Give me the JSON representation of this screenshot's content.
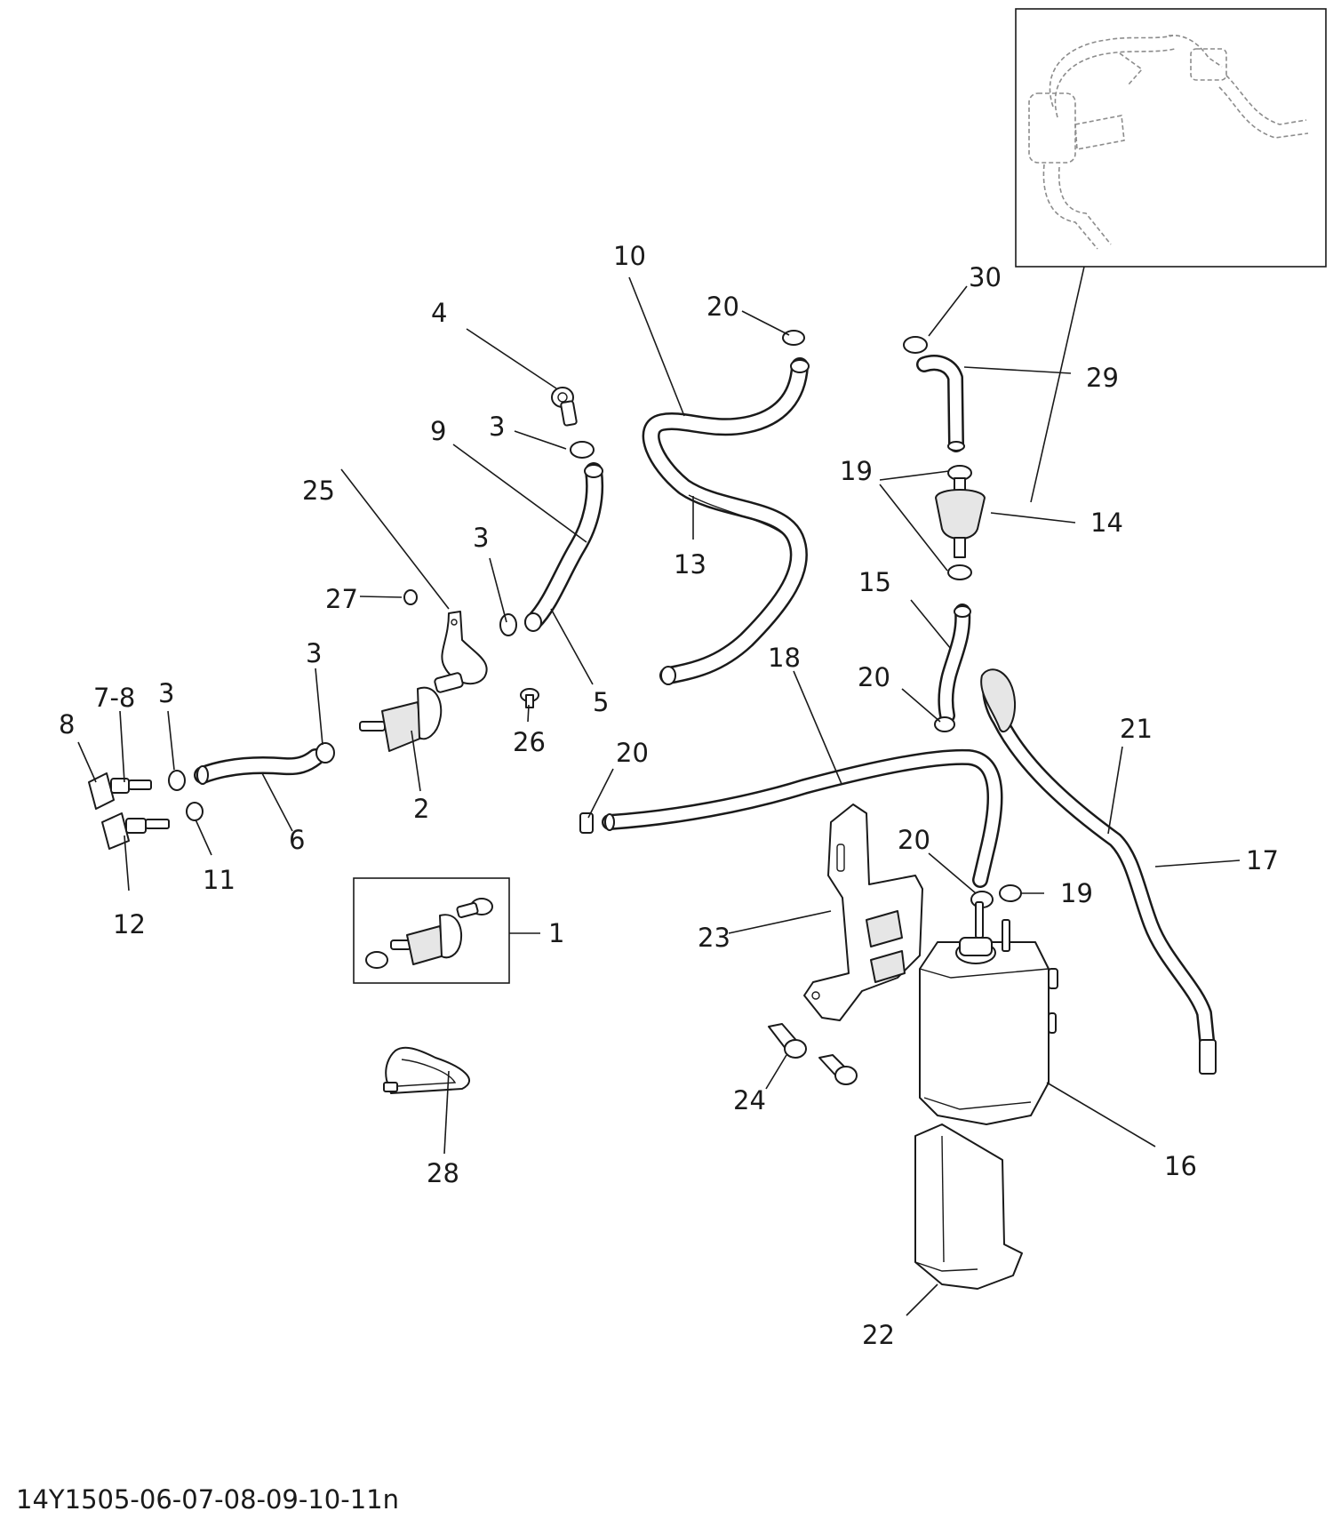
{
  "diagram": {
    "drawing_code": "14Y1505-06-07-08-09-10-11n",
    "callouts": [
      {
        "id": "c1",
        "text": "1"
      },
      {
        "id": "c2",
        "text": "2"
      },
      {
        "id": "c3a",
        "text": "3"
      },
      {
        "id": "c3b",
        "text": "3"
      },
      {
        "id": "c3c",
        "text": "3"
      },
      {
        "id": "c3d",
        "text": "3"
      },
      {
        "id": "c4",
        "text": "4"
      },
      {
        "id": "c5",
        "text": "5"
      },
      {
        "id": "c6",
        "text": "6"
      },
      {
        "id": "c78",
        "text": "7-8"
      },
      {
        "id": "c8",
        "text": "8"
      },
      {
        "id": "c9",
        "text": "9"
      },
      {
        "id": "c10",
        "text": "10"
      },
      {
        "id": "c11",
        "text": "11"
      },
      {
        "id": "c12",
        "text": "12"
      },
      {
        "id": "c13",
        "text": "13"
      },
      {
        "id": "c14",
        "text": "14"
      },
      {
        "id": "c15",
        "text": "15"
      },
      {
        "id": "c16",
        "text": "16"
      },
      {
        "id": "c17",
        "text": "17"
      },
      {
        "id": "c18",
        "text": "18"
      },
      {
        "id": "c19a",
        "text": "19"
      },
      {
        "id": "c19b",
        "text": "19"
      },
      {
        "id": "c20a",
        "text": "20"
      },
      {
        "id": "c20b",
        "text": "20"
      },
      {
        "id": "c20c",
        "text": "20"
      },
      {
        "id": "c20d",
        "text": "20"
      },
      {
        "id": "c21",
        "text": "21"
      },
      {
        "id": "c22",
        "text": "22"
      },
      {
        "id": "c23",
        "text": "23"
      },
      {
        "id": "c24",
        "text": "24"
      },
      {
        "id": "c25",
        "text": "25"
      },
      {
        "id": "c26",
        "text": "26"
      },
      {
        "id": "c27",
        "text": "27"
      },
      {
        "id": "c28",
        "text": "28"
      },
      {
        "id": "c29",
        "text": "29"
      },
      {
        "id": "c30",
        "text": "30"
      }
    ]
  }
}
